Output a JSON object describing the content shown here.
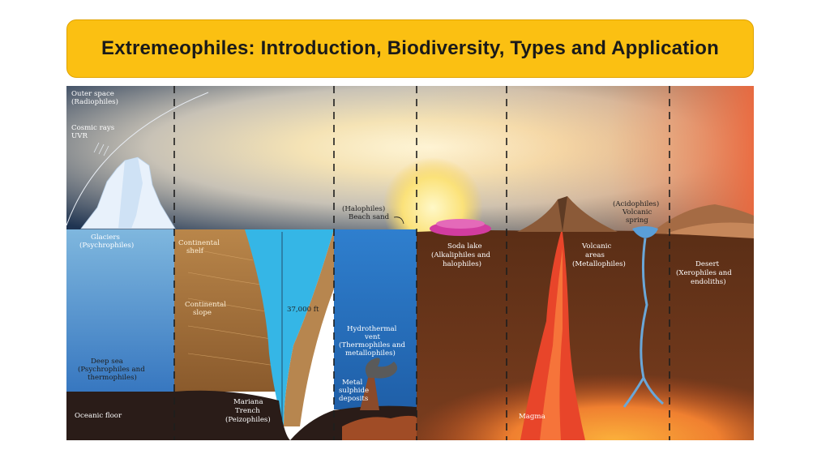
{
  "title": "Extremeophiles: Introduction, Biodiversity, Types and Application",
  "colors": {
    "banner": "#fbc012",
    "space": "#1f3452",
    "ocean": "#35b6e6",
    "earth": "#6b3a1c",
    "magma": "#e8452a",
    "sun": "#f7d24a"
  },
  "diagram": {
    "outer_space": [
      "Outer space",
      "(Radiophiles)"
    ],
    "cosmic_rays": [
      "Cosmic rays",
      "UVR"
    ],
    "glaciers": [
      "Glaciers",
      "(Psychrophiles)"
    ],
    "continental_shelf": [
      "Continental",
      "shelf"
    ],
    "continental_slope": [
      "Continental",
      "slope"
    ],
    "depth": "37,000 ft",
    "deep_sea": [
      "Deep sea",
      "(Psychrophiles and",
      "thermophiles)"
    ],
    "oceanic_floor": "Oceanic floor",
    "mariana": [
      "Mariana",
      "Trench",
      "(Peizophiles)"
    ],
    "halophiles": [
      "(Halophiles)",
      "Beach sand"
    ],
    "hydrothermal": [
      "Hydrothermal",
      "vent",
      "(Thermophiles and",
      "metallophiles)"
    ],
    "metal_sulphide": [
      "Metal",
      "sulphide",
      "deposits"
    ],
    "soda_lake": [
      "Soda lake",
      "(Alkaliphiles and",
      "halophiles)"
    ],
    "volcanic_areas": [
      "Volcanic",
      "areas",
      "(Metallophiles)"
    ],
    "acidophiles": [
      "(Acidophiles)",
      "Volcanic",
      "spring"
    ],
    "desert": [
      "Desert",
      "(Xerophiles and",
      "endoliths)"
    ],
    "magma": "Magma"
  }
}
